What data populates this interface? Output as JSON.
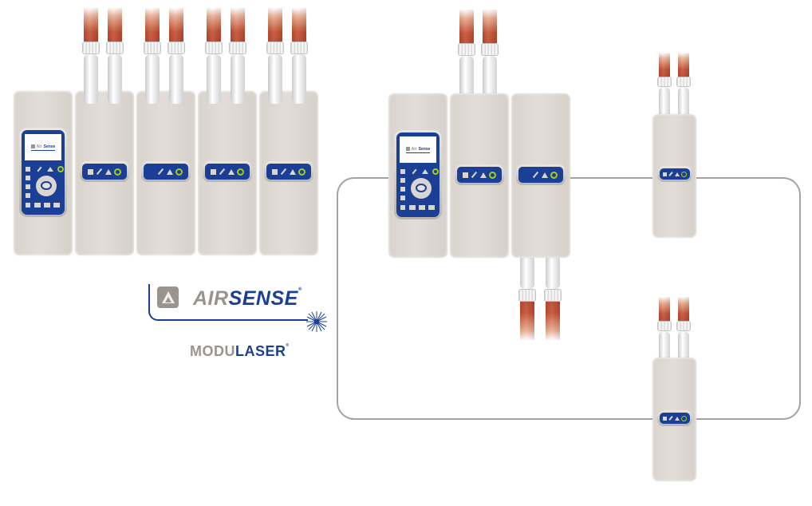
{
  "diagram": {
    "title": "AirSense ModuLaser system configurations",
    "brand": {
      "logo_letter": "A",
      "wordmark_part1": "AIR",
      "wordmark_part2": "SENSE",
      "registered": "®",
      "product_part1": "MODU",
      "product_part2": "LASER",
      "product_registered": "®"
    },
    "controller_screen": {
      "logo_part1": "Air",
      "logo_part2": "Sense"
    },
    "colors": {
      "panel_blue": "#1b3f94",
      "status_green": "#a3cc1e",
      "module_grey": "#dcd6d0",
      "pipe_red": "#c14c2e",
      "network_line": "#a4a4a8",
      "logo_grey": "#9a948e"
    },
    "configurations": [
      {
        "name": "stacked-configuration",
        "controller_count": 1,
        "detector_count": 4,
        "pipes_per_detector": 2,
        "pipe_direction": "top"
      },
      {
        "name": "distributed-configuration",
        "controller_count": 1,
        "local_detector_count": 2,
        "remote_detector_count": 2,
        "connection": "loop-network"
      }
    ],
    "status_panel_icons": [
      "fault-square-icon",
      "disable-slash-icon",
      "alarm-triangle-icon",
      "power-ring-icon"
    ]
  }
}
